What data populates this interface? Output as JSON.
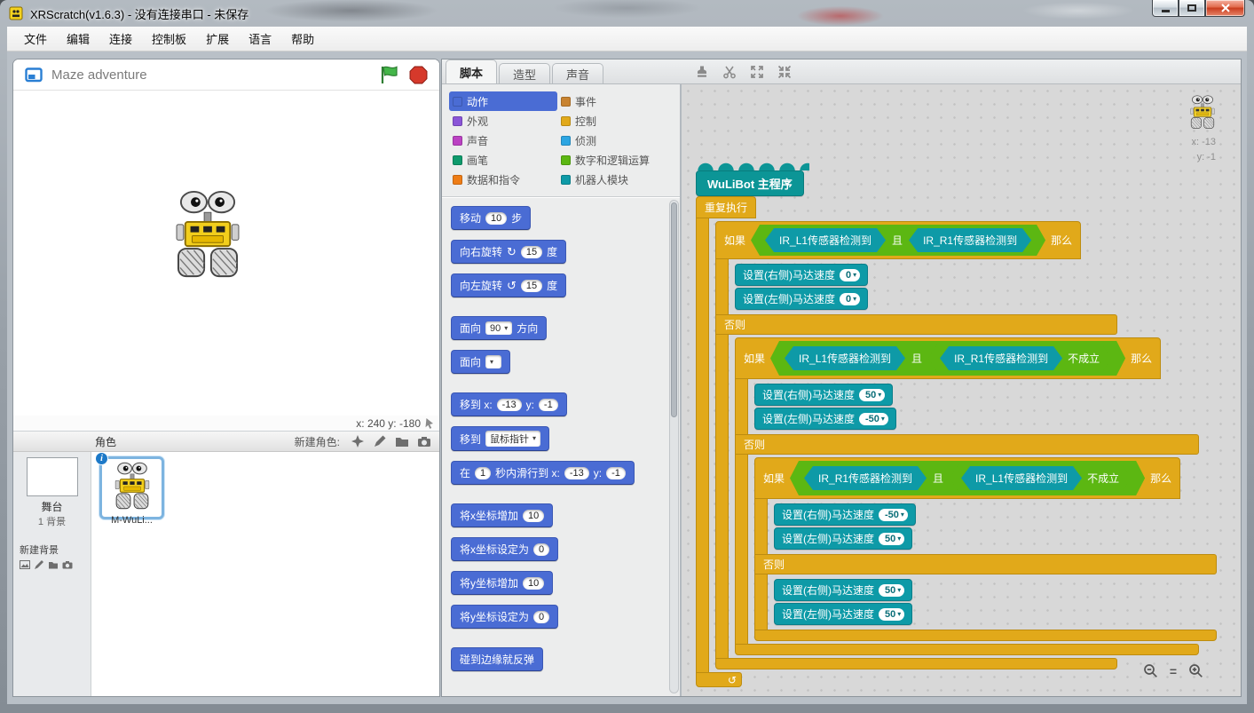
{
  "window": {
    "title": "XRScratch(v1.6.3) - 没有连接串口 - 未保存",
    "controls": [
      "minimize-button",
      "maximize-button",
      "close-button"
    ]
  },
  "menu": [
    "文件",
    "编辑",
    "连接",
    "控制板",
    "扩展",
    "语言",
    "帮助"
  ],
  "stage": {
    "title": "Maze adventure",
    "coords": "x: 240 y: -180"
  },
  "sprites": {
    "header": "角色",
    "new_sprite_label": "新建角色:",
    "stage_label": "舞台",
    "backdrop_count": "1 背景",
    "new_backdrop_label": "新建背景",
    "sprite_name": "M-WuLi...",
    "info_badge": "i"
  },
  "tabs": [
    "脚本",
    "造型",
    "声音"
  ],
  "active_tab": "脚本",
  "categories": {
    "col1": [
      {
        "label": "动作",
        "color": "#4a6cd4",
        "selected": true
      },
      {
        "label": "外观",
        "color": "#8a55d7",
        "selected": false
      },
      {
        "label": "声音",
        "color": "#bb42c3",
        "selected": false
      },
      {
        "label": "画笔",
        "color": "#0e9a6c",
        "selected": false
      },
      {
        "label": "数据和指令",
        "color": "#ee7d16",
        "selected": false
      }
    ],
    "col2": [
      {
        "label": "事件",
        "color": "#c88330",
        "selected": false
      },
      {
        "label": "控制",
        "color": "#e1a91a",
        "selected": false
      },
      {
        "label": "侦测",
        "color": "#2ca5e2",
        "selected": false
      },
      {
        "label": "数字和逻辑运算",
        "color": "#5cb712",
        "selected": false
      },
      {
        "label": "机器人模块",
        "color": "#0e9aa7",
        "selected": false
      }
    ]
  },
  "palette": [
    {
      "gap": false,
      "segs": [
        {
          "t": "l",
          "v": "移动"
        },
        {
          "t": "n",
          "v": "10"
        },
        {
          "t": "l",
          "v": "步"
        }
      ]
    },
    {
      "gap": false,
      "segs": [
        {
          "t": "l",
          "v": "向右旋转"
        },
        {
          "t": "i",
          "v": "↻"
        },
        {
          "t": "n",
          "v": "15"
        },
        {
          "t": "l",
          "v": "度"
        }
      ]
    },
    {
      "gap": false,
      "segs": [
        {
          "t": "l",
          "v": "向左旋转"
        },
        {
          "t": "i",
          "v": "↺"
        },
        {
          "t": "n",
          "v": "15"
        },
        {
          "t": "l",
          "v": "度"
        }
      ]
    },
    {
      "gap": true,
      "segs": [
        {
          "t": "l",
          "v": "面向"
        },
        {
          "t": "d",
          "v": "90"
        },
        {
          "t": "l",
          "v": "方向"
        }
      ]
    },
    {
      "gap": false,
      "segs": [
        {
          "t": "l",
          "v": "面向"
        },
        {
          "t": "d",
          "v": ""
        }
      ]
    },
    {
      "gap": true,
      "segs": [
        {
          "t": "l",
          "v": "移到 x:"
        },
        {
          "t": "n",
          "v": "-13"
        },
        {
          "t": "l",
          "v": "y:"
        },
        {
          "t": "n",
          "v": "-1"
        }
      ]
    },
    {
      "gap": false,
      "segs": [
        {
          "t": "l",
          "v": "移到"
        },
        {
          "t": "d",
          "v": "鼠标指针"
        }
      ]
    },
    {
      "gap": false,
      "segs": [
        {
          "t": "l",
          "v": "在"
        },
        {
          "t": "n",
          "v": "1"
        },
        {
          "t": "l",
          "v": "秒内滑行到 x:"
        },
        {
          "t": "n",
          "v": "-13"
        },
        {
          "t": "l",
          "v": "y:"
        },
        {
          "t": "n",
          "v": "-1"
        }
      ]
    },
    {
      "gap": true,
      "segs": [
        {
          "t": "l",
          "v": "将x坐标增加"
        },
        {
          "t": "n",
          "v": "10"
        }
      ]
    },
    {
      "gap": false,
      "segs": [
        {
          "t": "l",
          "v": "将x坐标设定为"
        },
        {
          "t": "n",
          "v": "0"
        }
      ]
    },
    {
      "gap": false,
      "segs": [
        {
          "t": "l",
          "v": "将y坐标增加"
        },
        {
          "t": "n",
          "v": "10"
        }
      ]
    },
    {
      "gap": false,
      "segs": [
        {
          "t": "l",
          "v": "将y坐标设定为"
        },
        {
          "t": "n",
          "v": "0"
        }
      ]
    },
    {
      "gap": true,
      "segs": [
        {
          "t": "l",
          "v": "碰到边缘就反弹"
        }
      ]
    }
  ],
  "script": {
    "hat": "WuLiBot 主程序",
    "forever": "重复执行",
    "if": "如果",
    "then": "那么",
    "else": "否则",
    "and": "且",
    "not": "不成立",
    "chain": [
      {
        "a": "IR_L1传感器检测到",
        "b": "IR_R1传感器检测到",
        "b_not": false,
        "then": [
          [
            "设置(右侧)马达速度",
            "0"
          ],
          [
            "设置(左侧)马达速度",
            "0"
          ]
        ]
      },
      {
        "a": "IR_L1传感器检测到",
        "b": "IR_R1传感器检测到",
        "b_not": true,
        "then": [
          [
            "设置(右侧)马达速度",
            "50"
          ],
          [
            "设置(左侧)马达速度",
            "-50"
          ]
        ]
      },
      {
        "a": "IR_R1传感器检测到",
        "b": "IR_L1传感器检测到",
        "b_not": true,
        "then": [
          [
            "设置(右侧)马达速度",
            "-50"
          ],
          [
            "设置(左侧)马达速度",
            "50"
          ]
        ]
      }
    ],
    "final_else": [
      [
        "设置(右侧)马达速度",
        "50"
      ],
      [
        "设置(左侧)马达速度",
        "50"
      ]
    ],
    "thumb_x": "x: -13",
    "thumb_y": "y: -1"
  },
  "toolbar_icons": [
    "stamp-icon",
    "scissors-icon",
    "grow-icon",
    "shrink-icon"
  ],
  "new_sprite_icons": [
    "sprite-library-icon",
    "paint-sprite-icon",
    "upload-sprite-icon",
    "camera-sprite-icon"
  ],
  "new_backdrop_icons": [
    "image-icon",
    "paint-icon",
    "upload-icon",
    "camera-icon"
  ],
  "zoom": {
    "equal_label": "="
  },
  "colors": {
    "motion": "#4a6cd4",
    "control": "#e1a91a",
    "operators": "#5cb712",
    "robot": "#0e9aa7",
    "hat": "#0c9596"
  }
}
